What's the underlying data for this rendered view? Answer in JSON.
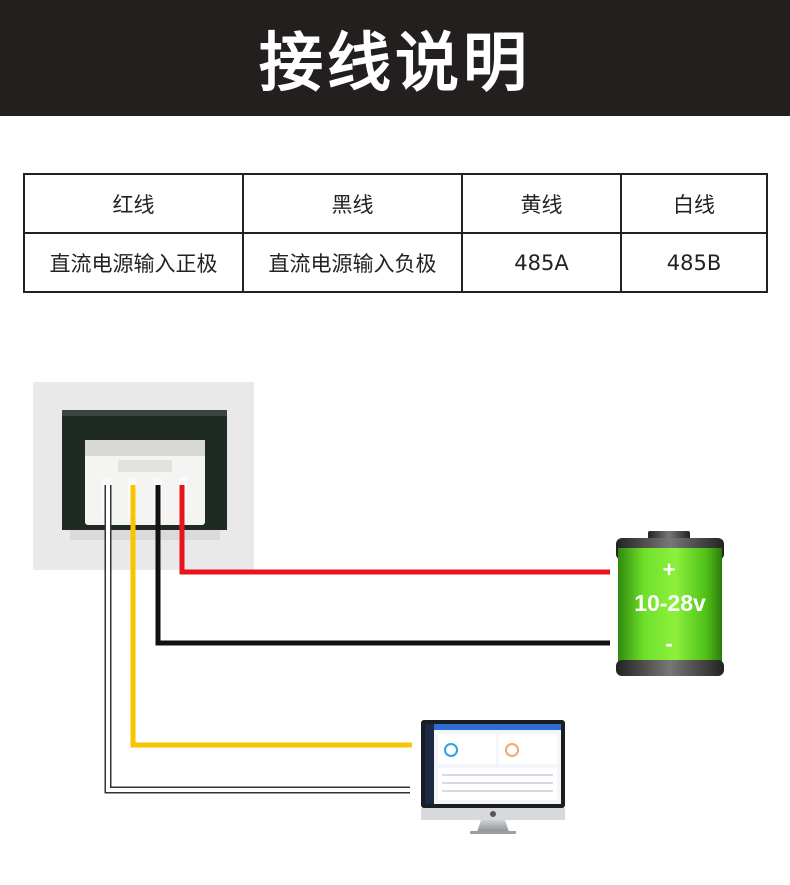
{
  "header": {
    "title": "接线说明"
  },
  "table": {
    "headers": [
      "红线",
      "黑线",
      "黄线",
      "白线"
    ],
    "row": [
      "直流电源输入正极",
      "直流电源输入负极",
      "485A",
      "485B"
    ]
  },
  "battery": {
    "plus": "+",
    "voltage": "10-28v",
    "minus": "-"
  },
  "colors": {
    "header_bg": "#231f1f",
    "red_wire": "#e8141c",
    "black_wire": "#111111",
    "yellow_wire": "#f7c600",
    "white_wire": "#ffffff",
    "battery": "#5fd61c"
  }
}
